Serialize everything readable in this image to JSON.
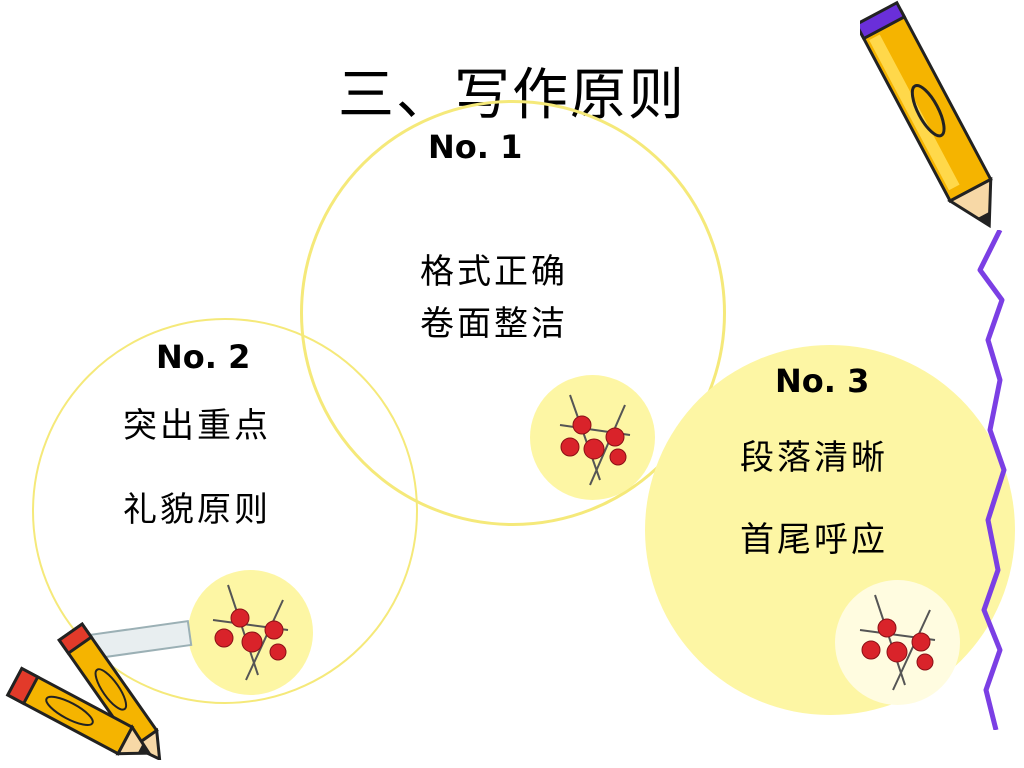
{
  "slide": {
    "title": "三、写作原则"
  },
  "points": [
    {
      "number": "No. 1",
      "lines": [
        "格式正确",
        "卷面整洁"
      ]
    },
    {
      "number": "No. 2",
      "lines": [
        "突出重点",
        "礼貌原则"
      ]
    },
    {
      "number": "No. 3",
      "lines": [
        "段落清晰",
        "首尾呼应"
      ]
    }
  ],
  "colors": {
    "circle_fill": "#fdf6a4",
    "circle_outline": "#f5e97a",
    "border_line": "#7b3fe4"
  },
  "icons": [
    "pencil-icon",
    "flower-icon",
    "pencil-icon"
  ]
}
